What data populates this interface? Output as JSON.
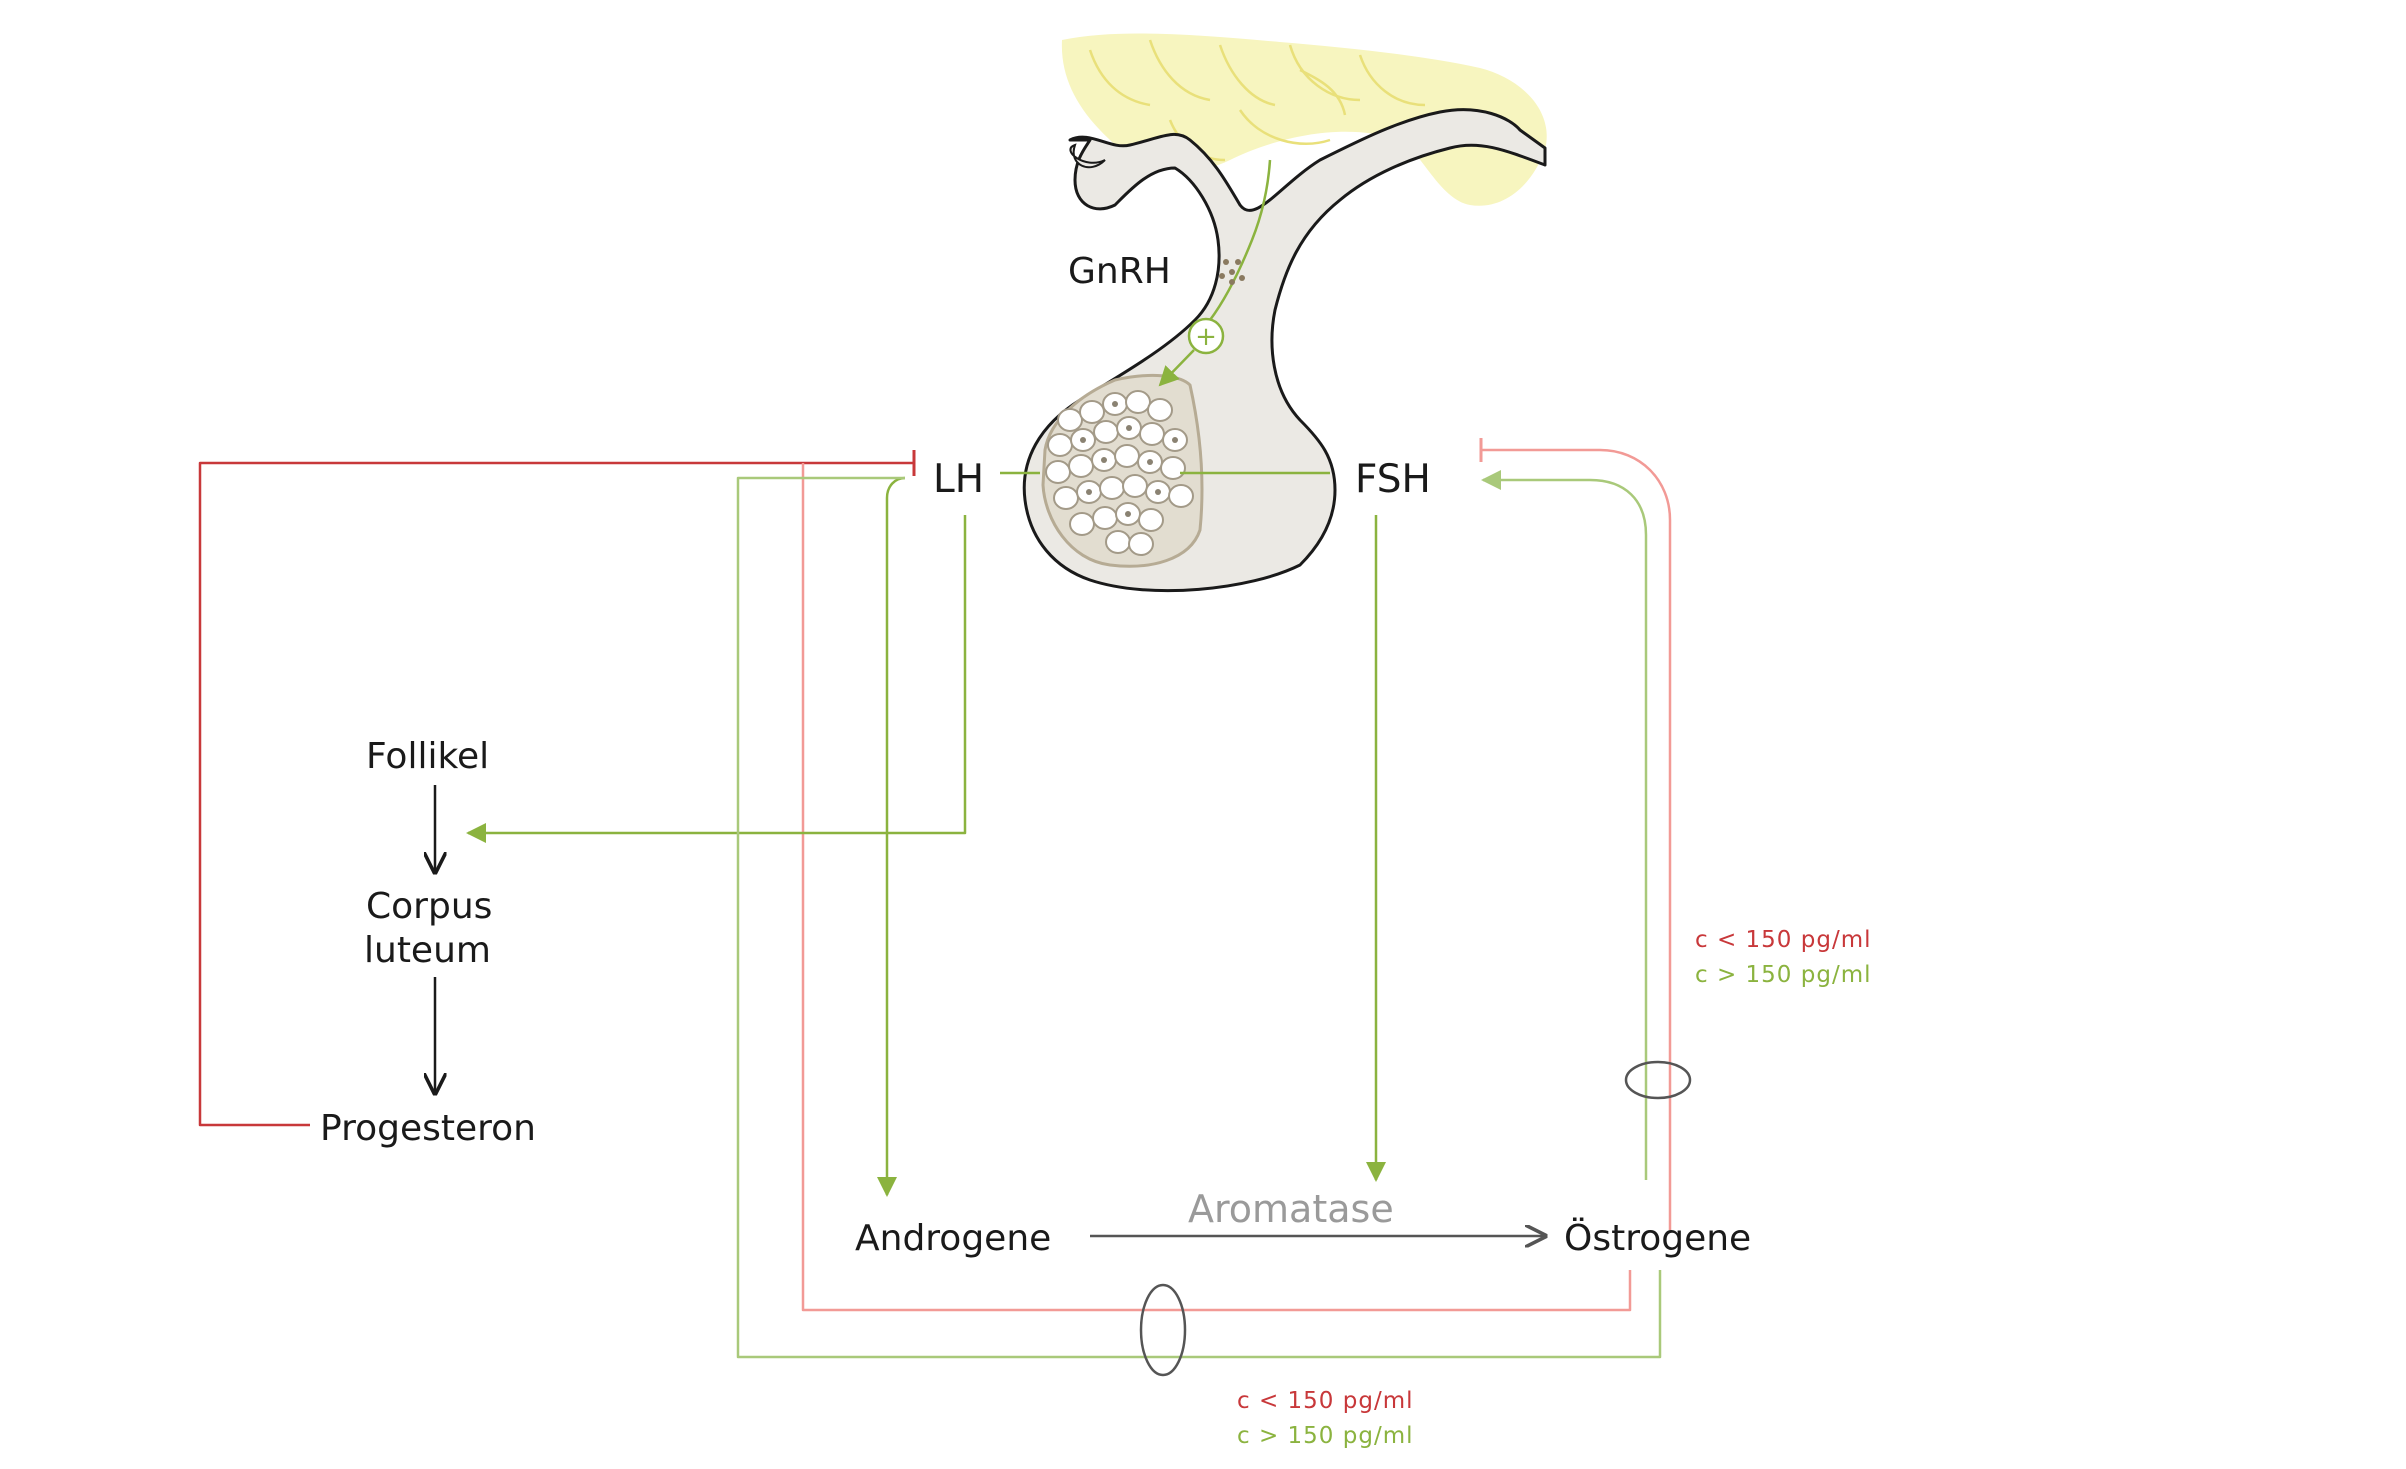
{
  "labels": {
    "gnrh": "GnRH",
    "lh": "LH",
    "fsh": "FSH",
    "follikel": "Follikel",
    "corpus": "Corpus",
    "luteum": "luteum",
    "progesteron": "Progesteron",
    "androgene": "Androgene",
    "aromatase": "Aromatase",
    "oestrogene": "Östrogene",
    "plus": "+"
  },
  "thresholds": {
    "below": "c < 150 pg/ml",
    "above": "c > 150 pg/ml"
  },
  "colors": {
    "stimulation": "#8bb33f",
    "stimulation_light": "#a9c97a",
    "inhibition": "#c8383a",
    "inhibition_light": "#f29a96",
    "neutral": "#555555",
    "pituitary_fill": "#ebe9e4",
    "hypothalamus_fill": "#f7f5bf"
  }
}
